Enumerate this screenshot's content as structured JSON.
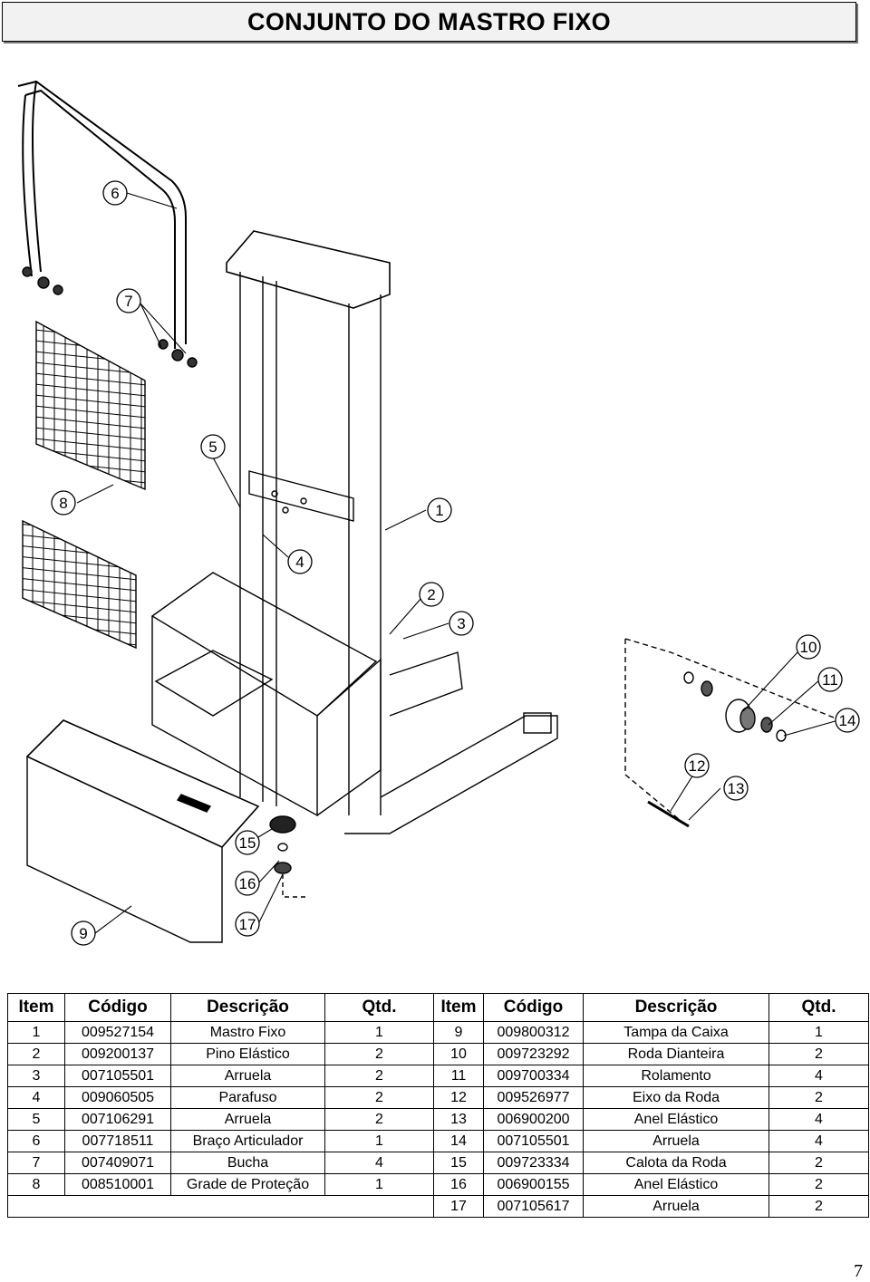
{
  "header": {
    "title": "CONJUNTO DO MASTRO FIXO"
  },
  "callouts": [
    "1",
    "2",
    "3",
    "4",
    "5",
    "6",
    "7",
    "8",
    "9",
    "10",
    "11",
    "12",
    "13",
    "14",
    "15",
    "16",
    "17"
  ],
  "table": {
    "headers": [
      "Item",
      "Código",
      "Descrição",
      "Qtd.",
      "Item",
      "Código",
      "Descrição",
      "Qtd."
    ],
    "rows": [
      [
        "1",
        "009527154",
        "Mastro Fixo",
        "1",
        "9",
        "009800312",
        "Tampa da Caixa",
        "1"
      ],
      [
        "2",
        "009200137",
        "Pino Elástico",
        "2",
        "10",
        "009723292",
        "Roda Dianteira",
        "2"
      ],
      [
        "3",
        "007105501",
        "Arruela",
        "2",
        "11",
        "009700334",
        "Rolamento",
        "4"
      ],
      [
        "4",
        "009060505",
        "Parafuso",
        "2",
        "12",
        "009526977",
        "Eixo da Roda",
        "2"
      ],
      [
        "5",
        "007106291",
        "Arruela",
        "2",
        "13",
        "006900200",
        "Anel Elástico",
        "4"
      ],
      [
        "6",
        "007718511",
        "Braço Articulador",
        "1",
        "14",
        "007105501",
        "Arruela",
        "4"
      ],
      [
        "7",
        "007409071",
        "Bucha",
        "4",
        "15",
        "009723334",
        "Calota da Roda",
        "2"
      ],
      [
        "8",
        "008510001",
        "Grade de Proteção",
        "1",
        "16",
        "006900155",
        "Anel Elástico",
        "2"
      ],
      [
        "",
        "",
        "",
        "",
        "17",
        "007105617",
        "Arruela",
        "2"
      ]
    ]
  },
  "page_number": "7"
}
